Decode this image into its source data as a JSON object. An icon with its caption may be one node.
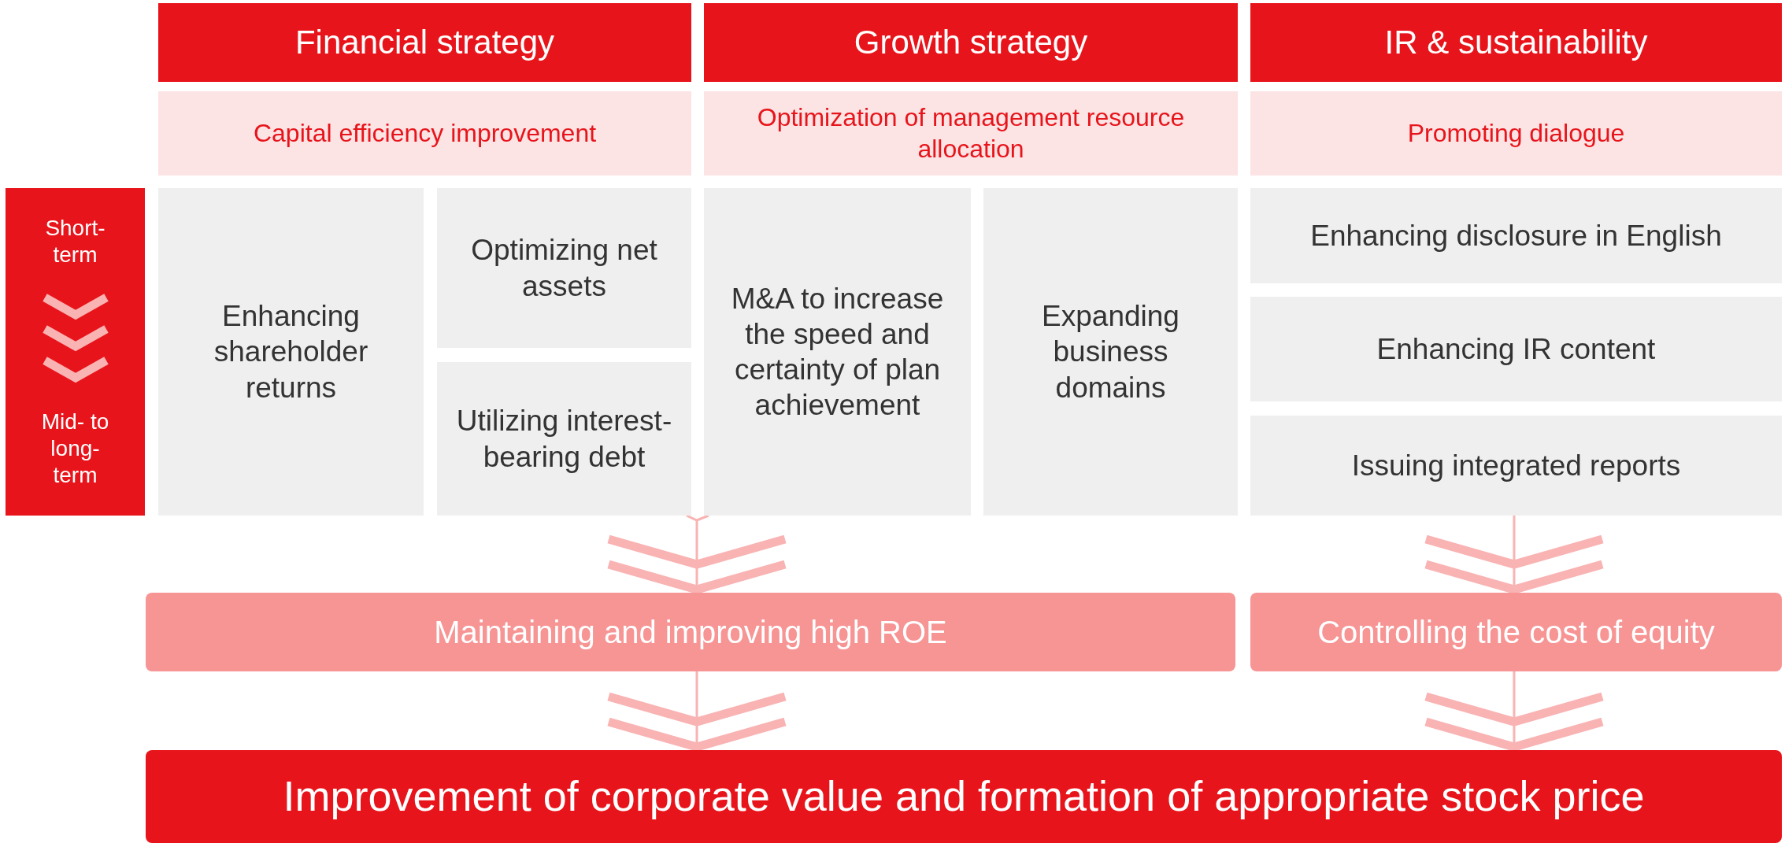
{
  "diagram": {
    "nodes": [
      {
        "text": [
          "Financial strategy"
        ]
      },
      {
        "text": [
          "Capital efficiency improvement"
        ]
      },
      {
        "text": [
          "Growth strategy"
        ]
      },
      {
        "text": [
          "Optimization of management resource allocation"
        ]
      },
      {
        "text": [
          "IR & sustainability"
        ]
      },
      {
        "text": [
          "Promoting dialogue"
        ]
      },
      {
        "text": [
          "Short-term",
          "Mid- to long-term"
        ]
      },
      {
        "text": [
          "Enhancing shareholder returns"
        ]
      },
      {
        "text": [
          "Optimizing net assets"
        ]
      },
      {
        "text": [
          "Utilizing interest-bearing debt"
        ]
      },
      {
        "text": [
          "M&A to increase the speed and certainty of plan achievement"
        ]
      },
      {
        "text": [
          "Expanding business domains"
        ]
      },
      {
        "text": [
          "Enhancing disclosure in English"
        ]
      },
      {
        "text": [
          "Enhancing IR content"
        ]
      },
      {
        "text": [
          "Issuing integrated reports"
        ]
      },
      {
        "text": [
          "Maintaining and improving high ROE"
        ]
      },
      {
        "text": [
          "Controlling the cost of equity"
        ]
      },
      {
        "text": [
          "Improvement of corporate value and formation of appropriate stock price"
        ]
      }
    ],
    "edges": [
      {
        "from": 9,
        "to": 15,
        "arrow": "to"
      },
      {
        "from": 10,
        "to": 15,
        "arrow": "to"
      },
      {
        "from": 14,
        "to": 16,
        "arrow": "to"
      },
      {
        "from": 15,
        "to": 17,
        "arrow": "to"
      },
      {
        "from": 16,
        "to": 17,
        "arrow": "to"
      }
    ]
  }
}
